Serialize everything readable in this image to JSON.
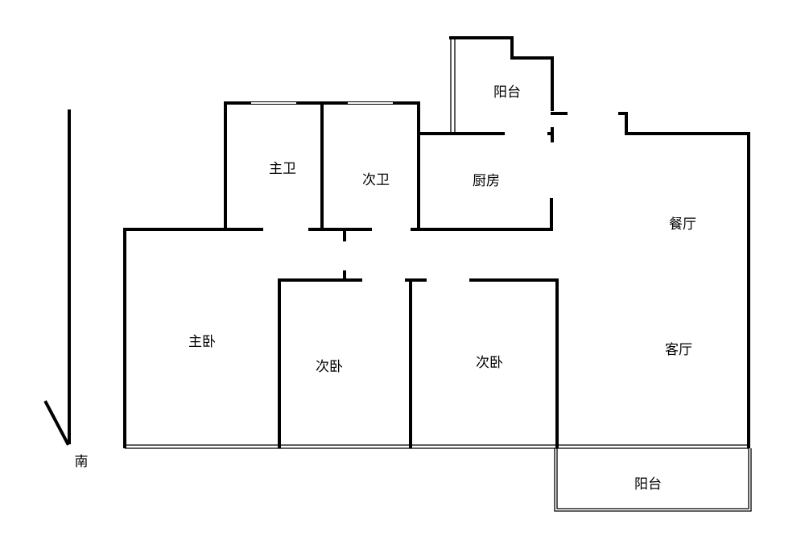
{
  "rooms": {
    "balcony_north": "阳台",
    "master_bath": "主卫",
    "second_bath": "次卫",
    "kitchen": "厨房",
    "dining": "餐厅",
    "master_bedroom": "主卧",
    "second_bedroom_1": "次卧",
    "second_bedroom_2": "次卧",
    "living_room": "客厅",
    "balcony_south": "阳台"
  },
  "compass": {
    "label": "南"
  }
}
